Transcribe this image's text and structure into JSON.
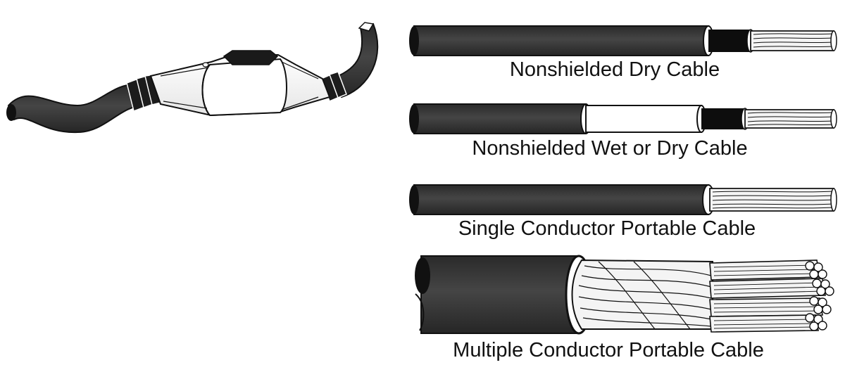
{
  "labels": {
    "cable_1": "Nonshielded Dry Cable",
    "cable_2": "Nonshielded Wet or Dry Cable",
    "cable_3": "Single Conductor Portable Cable",
    "cable_4": "Multiple Conductor Portable Cable"
  },
  "colors": {
    "jacket": "#3c3c3c",
    "insulation_black": "#0d0d0d",
    "conductor": "#f4f4f4",
    "outline": "#111111",
    "background": "#ffffff"
  }
}
